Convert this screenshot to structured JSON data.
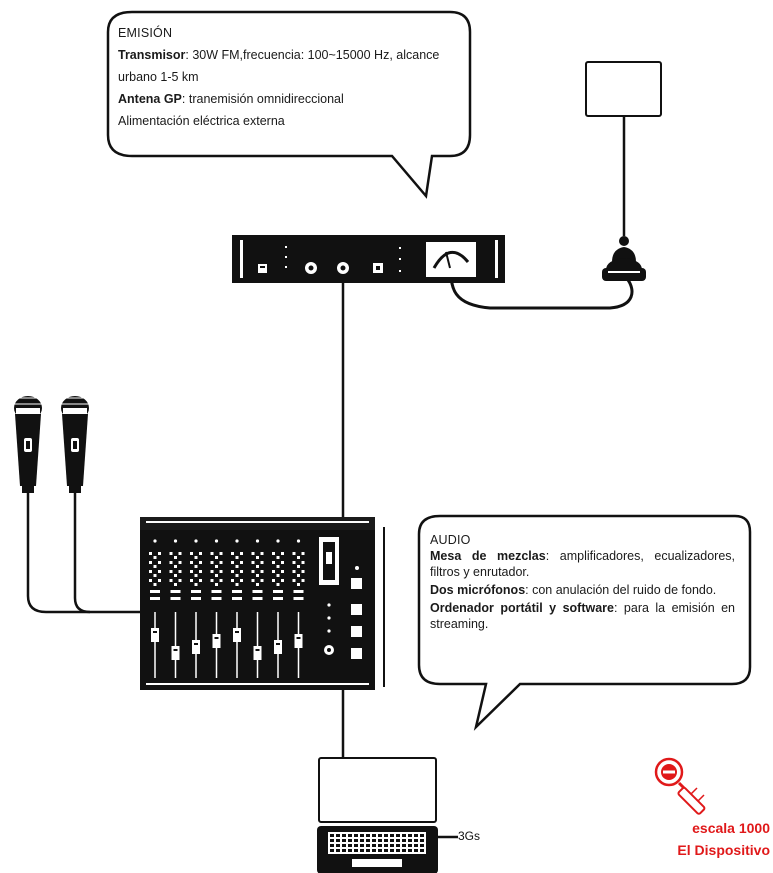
{
  "emision": {
    "heading": "EMISIÓN",
    "transmisor_label": "Transmisor",
    "transmisor_text": ": 30W  FM,frecuencia:  100~15000 Hz, alcance urbano 1-5 km",
    "antena_label": "Antena GP",
    "antena_text": ": tranemisión omnidireccional",
    "alimentacion_text": "Alimentación eléctrica externa"
  },
  "audio": {
    "heading": "AUDIO",
    "mesa_label": "Mesa de mezclas",
    "mesa_text": ":  amplificadores, ecualizadores, filtros y enrutador.",
    "micro_label": "Dos micrófonos",
    "micro_text": ": con anulación del ruido de fondo.",
    "ordenador_label": "Ordenador portátil y software",
    "ordenador_text": ": para la emisión en streaming."
  },
  "connection_label": "3Gs",
  "scale": {
    "line1": "escala 1000",
    "line2": "El Dispositivo",
    "accent_color": "#e0191a"
  },
  "icons": [
    "magnifier-minus-icon",
    "microphone-icon",
    "antenna-icon",
    "transmitter-icon",
    "mixer-icon",
    "laptop-icon"
  ]
}
